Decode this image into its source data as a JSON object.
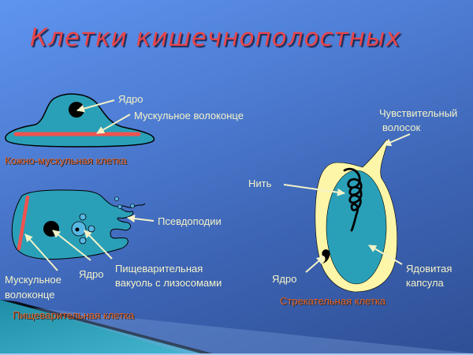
{
  "slide": {
    "title": "Клетки кишечнополостных",
    "colors": {
      "background": "#4f7fd6",
      "title": "#e8454a",
      "label": "#f4f2c8",
      "caption": "#e2632a",
      "cell_fill": "#2aa0b8",
      "muscle_fiber": "#ef5350",
      "capsule_wall": "#fdf6a8",
      "nucleus": "#000000"
    }
  },
  "epithelial_muscle_cell": {
    "caption": "Кожно-мускульная клетка",
    "labels": {
      "nucleus": "Ядро",
      "muscle_fiber": "Мускульное волоконце"
    }
  },
  "digestive_cell": {
    "caption": "Пищеварительная клетка",
    "labels": {
      "pseudopodia": "Псевдоподии",
      "muscle_fiber_line1": "Мускульное",
      "muscle_fiber_line2": "волоконце",
      "nucleus": "Ядро",
      "vacuole_line1": "Пищеварительная",
      "vacuole_line2": "вакуоль с лизосомами"
    }
  },
  "stinging_cell": {
    "caption": "Стрекательная клетка",
    "labels": {
      "sensory_hair_line1": "Чувствительный",
      "sensory_hair_line2": "волосок",
      "thread": "Нить",
      "nucleus": "Ядро",
      "capsule_line1": "Ядовитая",
      "capsule_line2": "капсула"
    }
  }
}
